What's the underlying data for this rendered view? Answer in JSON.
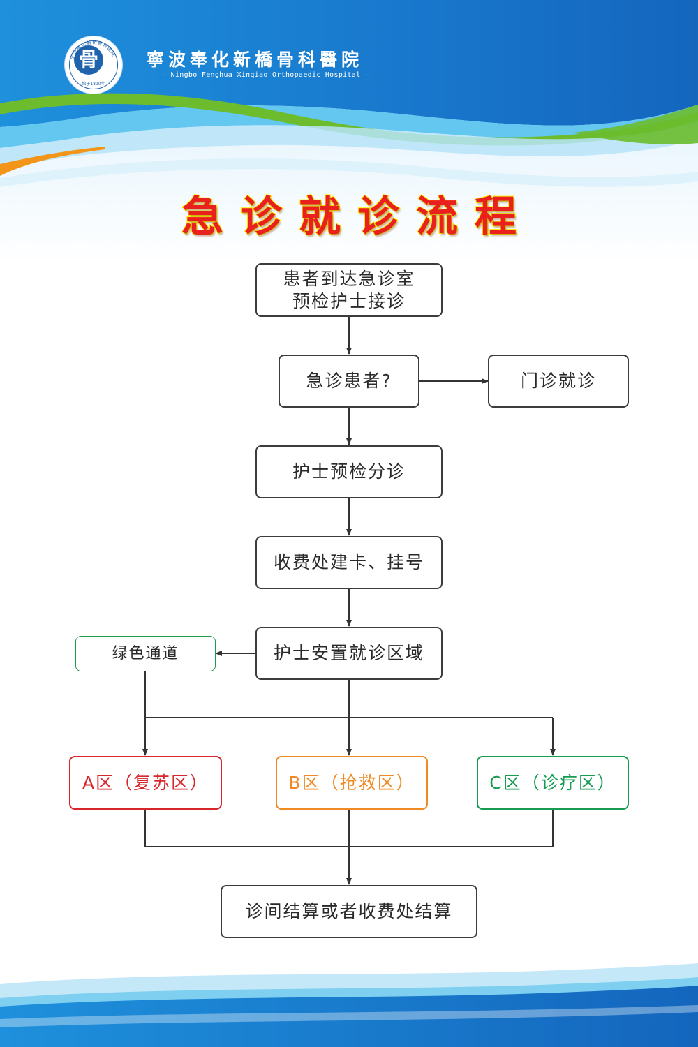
{
  "colors": {
    "sky_blue": "#1b84d8",
    "light_blue": "#8fd6f5",
    "green_swoosh": "#6cbc2e",
    "orange_swoosh": "#f39519",
    "title_red": "#e9201d",
    "title_outline": "#fff200",
    "box_border": "#3c3c3c",
    "green_channel": "#1c9a48",
    "zone_a": "#d7262c",
    "zone_b": "#ef8a24",
    "zone_c": "#169b51"
  },
  "header": {
    "logo": {
      "glyph": "骨",
      "ring_text": "宁波奉化新桥骨科医院",
      "year": "始于1890年"
    },
    "hospital_name_cn": "寧波奉化新橋骨科醫院",
    "hospital_name_en": "— Ningbo Fenghua Xinqiao Orthopaedic Hospital —"
  },
  "title": "急诊就诊流程",
  "flowchart": {
    "arrival": [
      "患者到达急诊室",
      "预检护士接诊"
    ],
    "is_emergency": "急诊患者?",
    "outpatient": "门诊就诊",
    "triage": "护士预检分诊",
    "registration": "收费处建卡、挂号",
    "placement": "护士安置就诊区域",
    "green_channel": "绿色通道",
    "zone_a": "A区（复苏区）",
    "zone_b": "B区（抢救区）",
    "zone_c": "C区（诊疗区）",
    "settlement": "诊间结算或者收费处结算"
  }
}
